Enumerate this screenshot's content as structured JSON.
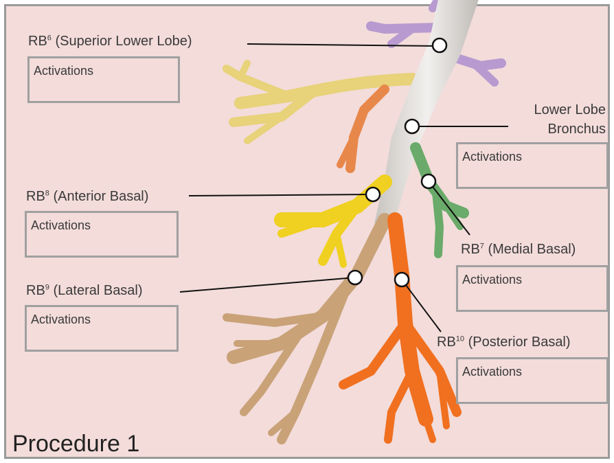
{
  "title": "Procedure 1",
  "box_text": "Activations",
  "segments": [
    {
      "key": "superior",
      "prefix": "RB",
      "sup": "6",
      "text": " (Superior Lower Lobe)"
    },
    {
      "key": "anterior",
      "prefix": "RB",
      "sup": "8",
      "text": " (Anterior Basal)"
    },
    {
      "key": "lateral",
      "prefix": "RB",
      "sup": "9",
      "text": " (Lateral Basal)"
    },
    {
      "key": "medial",
      "prefix": "RB",
      "sup": "7",
      "text": " (Medial Basal)"
    },
    {
      "key": "posterior",
      "prefix": "RB",
      "sup": "10",
      "text": " (Posterior Basal)"
    }
  ],
  "lower_lobe": {
    "line1": "Lower Lobe",
    "line2": "Bronchus"
  },
  "colors": {
    "background": "#f3dcda",
    "trunk": "#d9d6d2",
    "superior": "#e8d27a",
    "superior_side": "#e8874a",
    "anterior": "#f0d020",
    "medial": "#6aaa6a",
    "lateral": "#c9a278",
    "posterior": "#f07020",
    "upper_purple": "#b89ad0"
  }
}
